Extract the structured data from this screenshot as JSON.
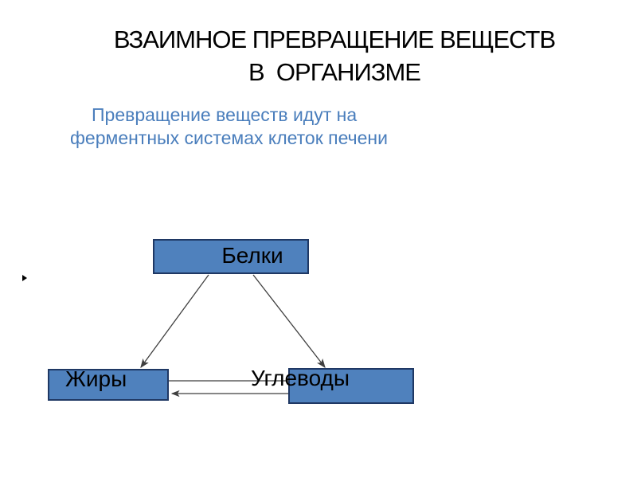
{
  "slide": {
    "title_line1": "ВЗАИМНОЕ ПРЕВРАЩЕНИЕ ВЕЩЕСТВ",
    "title_line2": "В  ОРГАНИЗМЕ",
    "subtitle_line1": "Превращение веществ идут на",
    "subtitle_line2": "ферментных системах клеток печени"
  },
  "diagram": {
    "nodes": [
      {
        "id": "proteins",
        "label": "Белки"
      },
      {
        "id": "fats",
        "label": "Жиры"
      },
      {
        "id": "carbs",
        "label": "Углеводы"
      }
    ],
    "edges": [
      {
        "from": "proteins",
        "to": "fats",
        "arrowhead": "to"
      },
      {
        "from": "proteins",
        "to": "carbs",
        "arrowhead": "to"
      },
      {
        "from": "fats",
        "to": "carbs",
        "arrowhead": "none"
      },
      {
        "from": "carbs",
        "to": "fats",
        "arrowhead": "to"
      }
    ],
    "colors": {
      "node_fill": "#4f81bd",
      "node_border": "#1f3864",
      "connector": "#3f3f3f",
      "node_label_text": "#000000"
    }
  },
  "colors": {
    "background": "#ffffff",
    "title_text": "#000000",
    "subtitle_text": "#4a7ebc"
  },
  "icons": {
    "stray_bullet": "small-black-right-triangle"
  }
}
